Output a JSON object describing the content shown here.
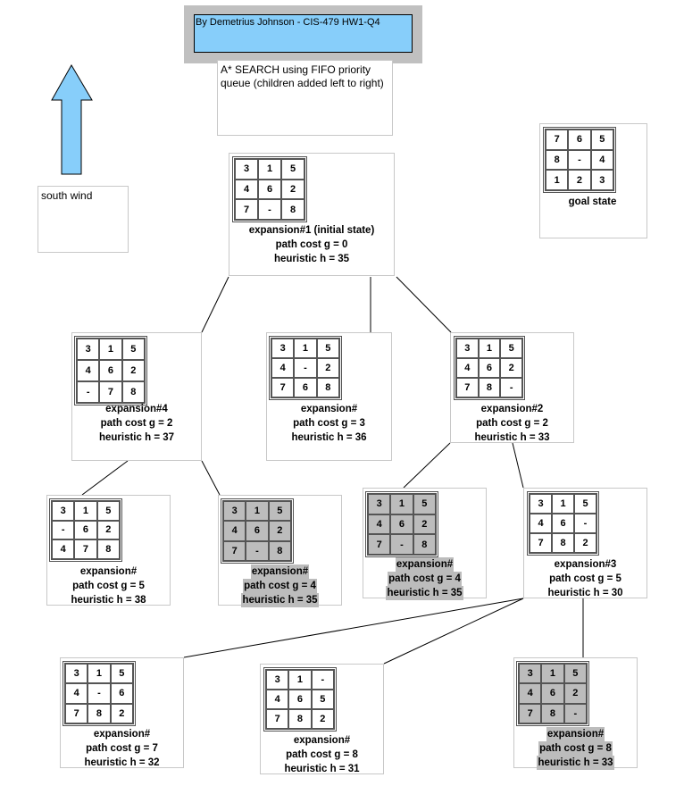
{
  "header": {
    "title": "By Demetrius Johnson - CIS-479 HW1-Q4"
  },
  "description": "A* SEARCH using FIFO priority queue (children added left to right)",
  "wind": {
    "label": "south wind",
    "direction": "north"
  },
  "colors": {
    "header_bg": "#87cefa",
    "frame": "#c0c0c0",
    "arrow": "#87cefa",
    "dim_highlight": "#bcbcbc"
  },
  "goal": {
    "cells": [
      "7",
      "6",
      "5",
      "8",
      "-",
      "4",
      "1",
      "2",
      "3"
    ],
    "label": "goal state"
  },
  "nodes": [
    {
      "id": "n1",
      "cells": [
        "3",
        "1",
        "5",
        "4",
        "6",
        "2",
        "7",
        "-",
        "8"
      ],
      "title": "expansion#1 (initial state)",
      "g": "path cost g = 0",
      "h": "heuristic h = 35",
      "dim": false
    },
    {
      "id": "n4",
      "cells": [
        "3",
        "1",
        "5",
        "4",
        "6",
        "2",
        "-",
        "7",
        "8"
      ],
      "title": "expansion#4",
      "g": "path cost g = 2",
      "h": "heuristic h = 37",
      "dim": false
    },
    {
      "id": "n_mid",
      "cells": [
        "3",
        "1",
        "5",
        "4",
        "-",
        "2",
        "7",
        "6",
        "8"
      ],
      "title": "expansion#",
      "g": "path cost g = 3",
      "h": "heuristic h = 36",
      "dim": false
    },
    {
      "id": "n2",
      "cells": [
        "3",
        "1",
        "5",
        "4",
        "6",
        "2",
        "7",
        "8",
        "-"
      ],
      "title": "expansion#2",
      "g": "path cost g = 2",
      "h": "heuristic h = 33",
      "dim": false
    },
    {
      "id": "n4a",
      "cells": [
        "3",
        "1",
        "5",
        "-",
        "6",
        "2",
        "4",
        "7",
        "8"
      ],
      "title": "expansion#",
      "g": "path cost g = 5",
      "h": "heuristic h = 38",
      "dim": false
    },
    {
      "id": "n4b",
      "cells": [
        "3",
        "1",
        "5",
        "4",
        "6",
        "2",
        "7",
        "-",
        "8"
      ],
      "title": "expansion#",
      "g": "path cost g = 4",
      "h": "heuristic h = 35",
      "dim": true
    },
    {
      "id": "n2a",
      "cells": [
        "3",
        "1",
        "5",
        "4",
        "6",
        "2",
        "7",
        "-",
        "8"
      ],
      "title": "expansion#",
      "g": "path cost g = 4",
      "h": "heuristic h = 35",
      "dim": true
    },
    {
      "id": "n3",
      "cells": [
        "3",
        "1",
        "5",
        "4",
        "6",
        "-",
        "7",
        "8",
        "2"
      ],
      "title": "expansion#3",
      "g": "path cost g = 5",
      "h": "heuristic h = 30",
      "dim": false
    },
    {
      "id": "n3a",
      "cells": [
        "3",
        "1",
        "5",
        "4",
        "-",
        "6",
        "7",
        "8",
        "2"
      ],
      "title": "expansion#",
      "g": "path cost g = 7",
      "h": "heuristic h = 32",
      "dim": false
    },
    {
      "id": "n3b",
      "cells": [
        "3",
        "1",
        "-",
        "4",
        "6",
        "5",
        "7",
        "8",
        "2"
      ],
      "title": "expansion#",
      "g": "path cost g = 8",
      "h": "heuristic h = 31",
      "dim": false
    },
    {
      "id": "n3c",
      "cells": [
        "3",
        "1",
        "5",
        "4",
        "6",
        "2",
        "7",
        "8",
        "-"
      ],
      "title": "expansion#",
      "g": "path cost g = 8",
      "h": "heuristic h = 33",
      "dim": true
    }
  ]
}
